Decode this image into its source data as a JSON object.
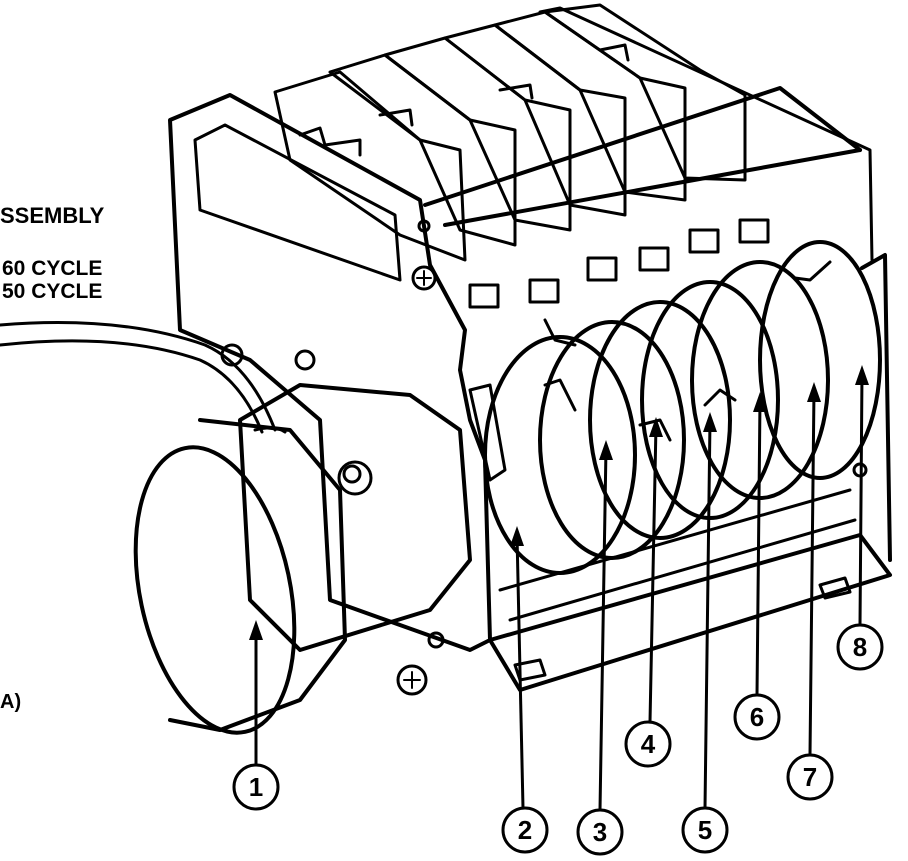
{
  "labels": {
    "assembly": "SSEMBLY",
    "cycle60": "60 CYCLE",
    "cycle50": "50 CYCLE",
    "paren": "A)"
  },
  "callouts": [
    "1",
    "2",
    "3",
    "4",
    "5",
    "6",
    "7",
    "8"
  ]
}
